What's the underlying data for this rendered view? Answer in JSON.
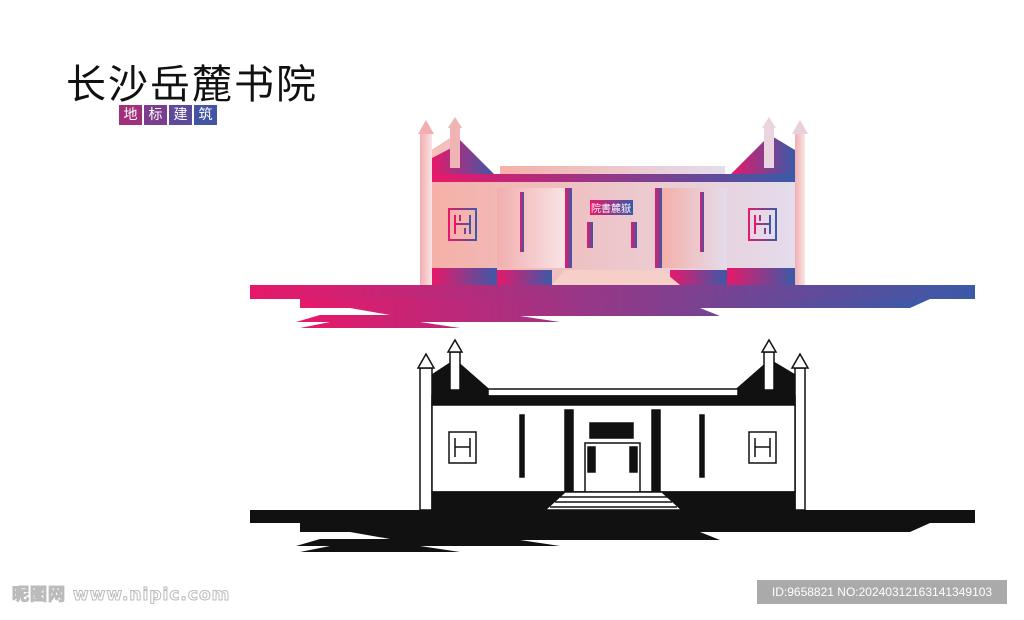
{
  "title": "长沙岳麓书院",
  "subtitle": [
    "地",
    "标",
    "建",
    "筑"
  ],
  "sign_text": "院書麓嶽",
  "colors": {
    "gradient_start": "#e8186a",
    "gradient_end": "#3a5aa8",
    "wall_light": "#f5b8ae",
    "wall_pale": "#e6dcea"
  },
  "watermark": {
    "site": "昵图网 www.nipic.com",
    "id": "ID:9658821 NO:20240312163141349103"
  }
}
